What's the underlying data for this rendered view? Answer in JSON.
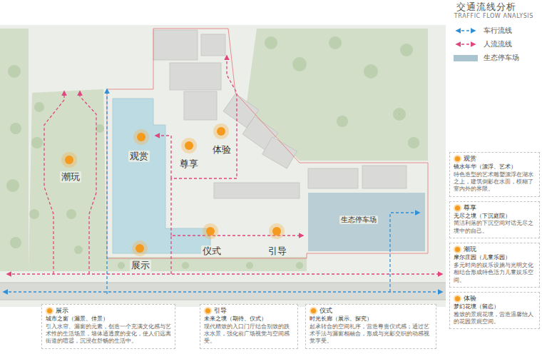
{
  "diagram": {
    "title": "交通流线分析",
    "nodes": [
      {
        "text": [
          "观赏",
          "镜水年华（漂浮、艺术）",
          "特色造型的艺术雕塑漂浮在湖水之上，建筑倒影在水面，模糊了室内外的界限。"
        ]
      },
      {
        "text": [
          "尊享",
          "无尽之境（下沉庭院）",
          "简洁利落的下沉空间对话无尽之境中的自己。"
        ]
      },
      {
        "text": [
          "潮玩",
          "摩尔庄园（儿童乐园）",
          "多元时尚的娱乐设施与光明文化相结合形成特色活力儿童娱乐空间。"
        ]
      },
      {
        "text": [
          "展示",
          "城市之窗（漏景、佳景）",
          "引入水帘、漏窗的元素，创造一个充满文化感与艺术性的生活场景，墙体通透度的变化，使人们远离街道的喧嚣，沉浸在舒畅的生活中。"
        ]
      },
      {
        "text": [
          "引导",
          "未来之境（期待、仪式）",
          "现代精致的入口门厅结合别致的跌水水景，强化前广场视觉与空间感受。"
        ]
      },
      {
        "text": [
          "仪式",
          "时光长廊（展示、探究）",
          "起承转合的空间礼序，营造尊贵仪式感；通过艺术手法与漏窗相融合，形成与光影交织的动感视觉享受。"
        ]
      },
      {
        "text": [
          "体验",
          "梦幻花境（留恋）",
          "雅致的景观花境，营造温馨怡人的花园景观空间。"
        ]
      }
    ],
    "labels": [
      "TRAFFIC FLOW ANALYSIS",
      "潮玩",
      "观赏",
      "尊享",
      "体验",
      "仪式",
      "引导",
      "展示",
      "生态停车场"
    ],
    "legend": [
      {
        "text": "车行流线"
      },
      {
        "text": "人流流线"
      },
      {
        "text": "生态停车场",
        "color": "#a9c3cf"
      }
    ]
  }
}
